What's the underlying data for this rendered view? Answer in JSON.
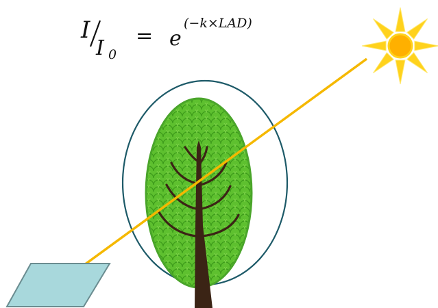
{
  "equation": {
    "numerator": "I",
    "denominator": "I",
    "denominator_subscript": "0",
    "equals": "=",
    "base": "e",
    "exponent": "(−k×LAD)"
  },
  "colors": {
    "sun_rays": "#ffd21c",
    "sun_core": "#ffb000",
    "light_beam": "#f5b800",
    "crown_outline": "#1d5a68",
    "foliage": "#5ec02f",
    "foliage_dark": "#3c9a1a",
    "trunk": "#3b2415",
    "sensor_fill": "#a8d8dc",
    "sensor_stroke": "#6a8c90"
  },
  "icons": {
    "sun": "sun-icon",
    "tree": "tree-icon",
    "sensor": "light-sensor-plate"
  }
}
